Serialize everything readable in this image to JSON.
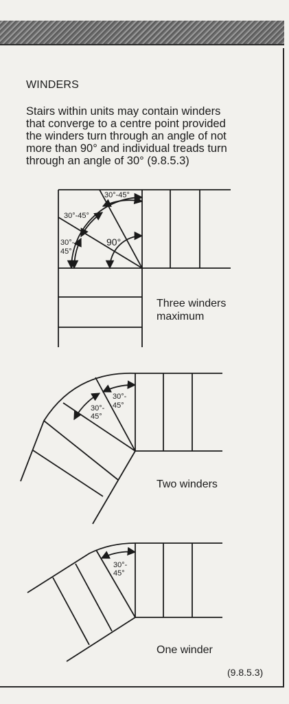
{
  "heading": "WINDERS",
  "intro_lines": [
    "Stairs within units may contain winders",
    "that converge to a centre point provided",
    "the winders turn through an angle of not",
    "more than 90° and individual treads turn",
    "through an angle of 30°  (9.8.5.3)"
  ],
  "diagram1": {
    "angle_label_a": "30°-45°",
    "angle_label_b": "30°-45°",
    "angle_label_c1": "30°-",
    "angle_label_c2": "45°",
    "right_angle_label": "90°",
    "caption_line1": "Three winders",
    "caption_line2": "maximum"
  },
  "diagram2": {
    "angle_label_a1": "30°-",
    "angle_label_a2": "45°",
    "angle_label_b1": "30°-",
    "angle_label_b2": "45°",
    "caption": "Two winders"
  },
  "diagram3": {
    "angle_label_1": "30°-",
    "angle_label_2": "45°",
    "caption": "One winder"
  },
  "reference": "(9.8.5.3)"
}
